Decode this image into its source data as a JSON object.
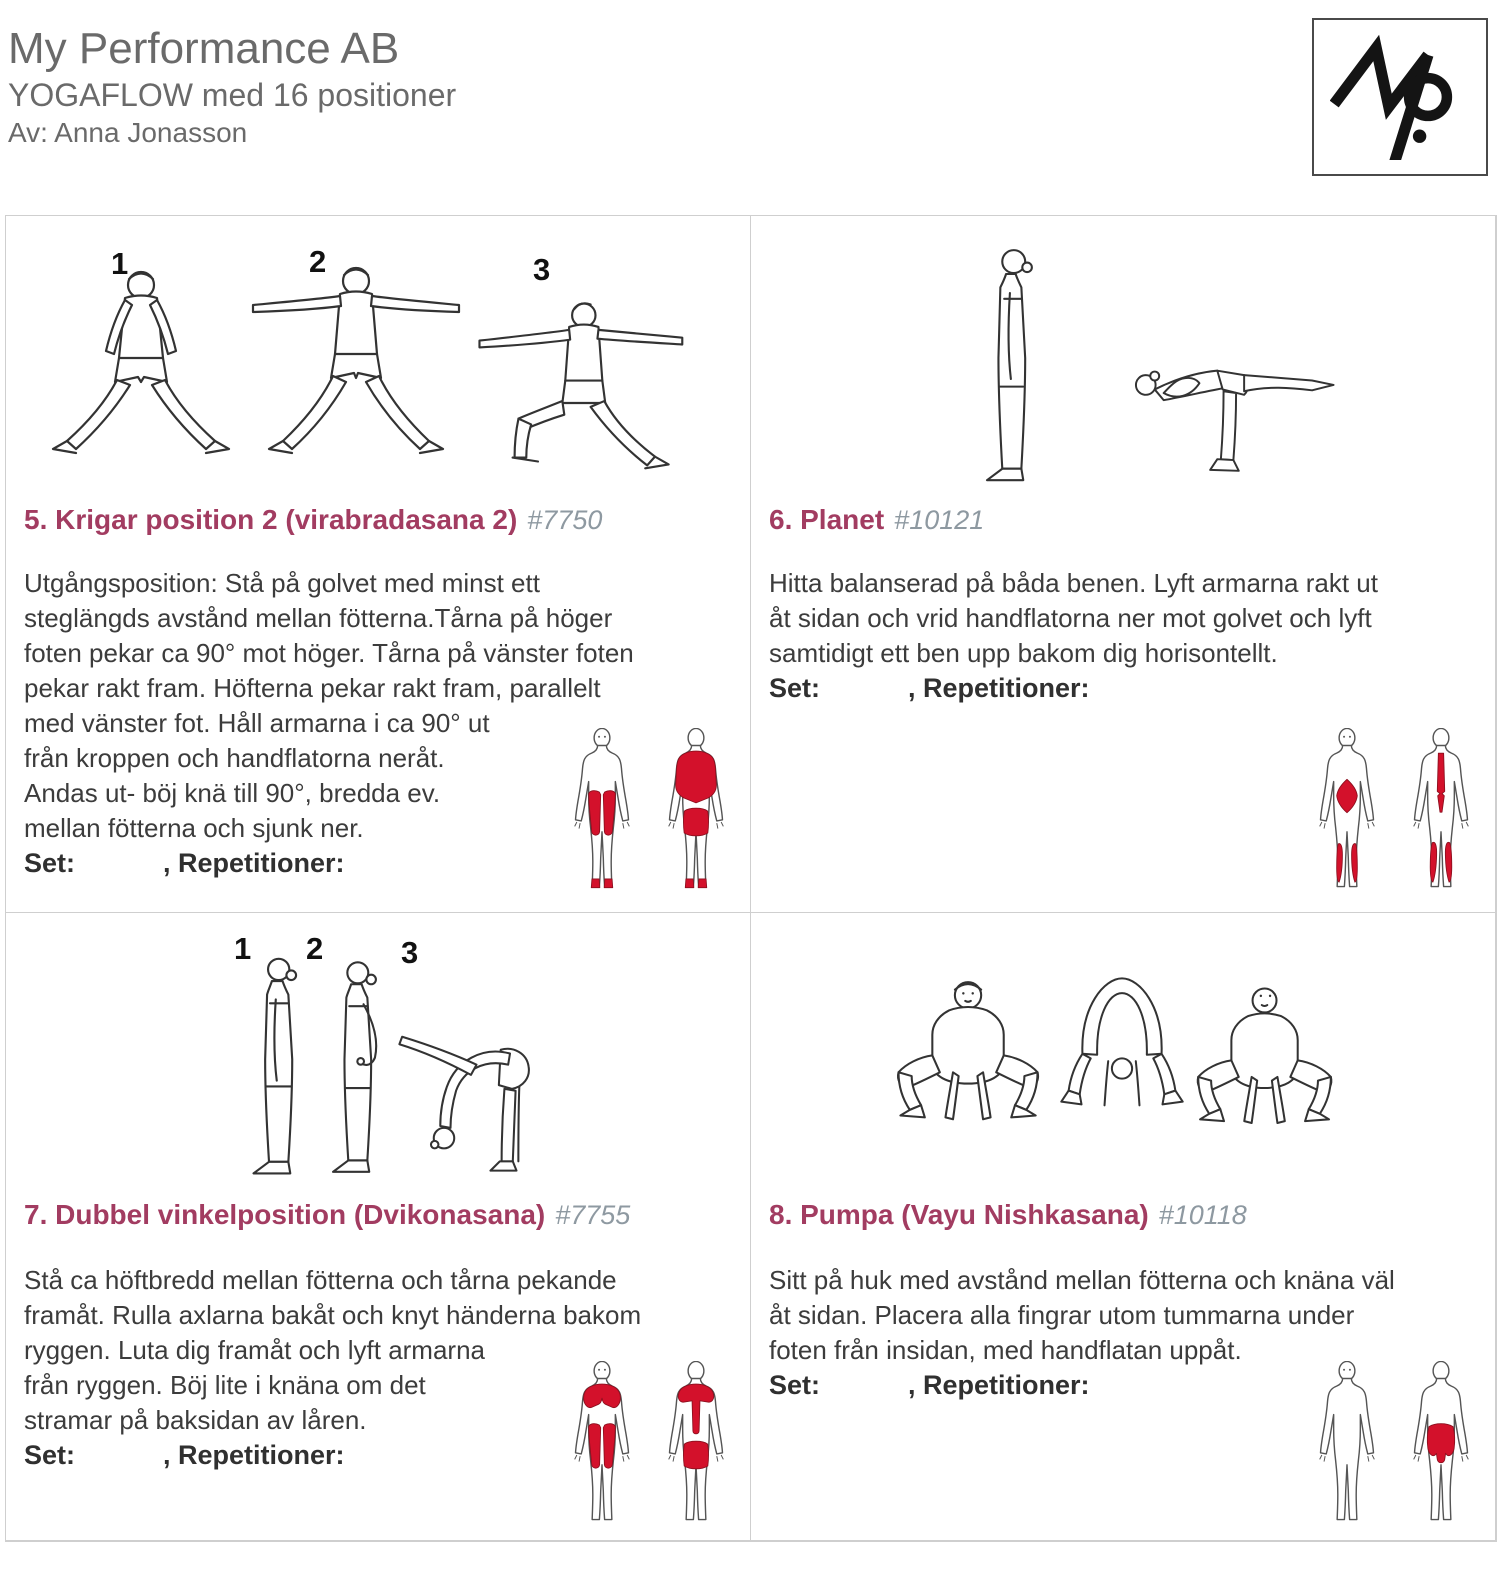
{
  "header": {
    "company": "My Performance AB",
    "subtitle": "YOGAFLOW med 16 positioner",
    "author": "Av: Anna Jonasson"
  },
  "colors": {
    "accent": "#a23c61",
    "muscle_red": "#d3112b",
    "id_gray": "#8e99a1"
  },
  "cards": [
    {
      "title": "5. Krigar position 2 (virabradasana 2)",
      "id": "#7750",
      "figure_labels": [
        "1",
        "2",
        "3"
      ],
      "description": "Utgångsposition: Stå på golvet med minst ett\nsteglängds avstånd mellan fötterna.Tårna på höger\nfoten pekar ca 90° mot höger. Tårna på vänster foten\npekar rakt fram. Höfterna pekar rakt fram, parallelt\nmed vänster fot. Håll armarna i ca 90° ut\nfrån kroppen och handflatorna neråt.\nAndas ut- böj knä till 90°, bredda ev.\nmellan fötterna och sjunk ner.",
      "set_label": "Set:",
      "rep_label": ", Repetitioner:"
    },
    {
      "title": "6. Planet",
      "id": "#10121",
      "figure_labels": [],
      "description": "Hitta balanserad på båda benen. Lyft armarna rakt ut\nåt sidan och vrid handflatorna ner mot golvet och lyft\nsamtidigt ett ben upp bakom dig horisontellt.",
      "set_label": "Set:",
      "rep_label": ", Repetitioner:"
    },
    {
      "title": "7. Dubbel vinkelposition (Dvikonasana)",
      "id": "#7755",
      "figure_labels": [
        "1",
        "2",
        "3"
      ],
      "description": "Stå ca höftbredd mellan fötterna och tårna pekande\nframåt. Rulla axlarna bakåt och knyt händerna bakom\nryggen. Luta dig framåt och lyft armarna\nfrån ryggen. Böj lite i knäna om det\nstramar på baksidan av låren.",
      "set_label": "Set:",
      "rep_label": ", Repetitioner:"
    },
    {
      "title": "8. Pumpa (Vayu Nishkasana)",
      "id": "#10118",
      "figure_labels": [],
      "description": "Sitt på huk med avstånd mellan fötterna och knäna väl\nåt sidan. Placera alla fingrar utom tummarna under\nfoten från insidan, med handflatan uppåt.",
      "set_label": "Set:",
      "rep_label": ", Repetitioner:"
    }
  ]
}
